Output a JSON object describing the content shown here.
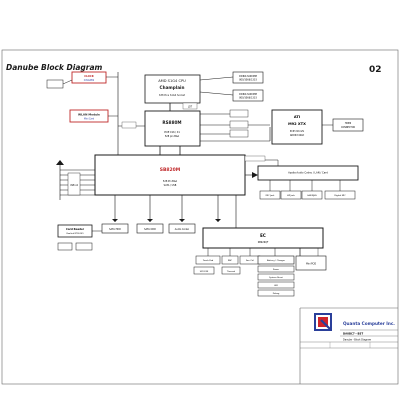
{
  "sheet": {
    "title": "Danube Block Diagram",
    "page_number": "02"
  },
  "blocks": {
    "cpu": {
      "lines": [
        "AMD S1G4 CPU",
        "Champlain",
        "638 Pins S1G4 Socket"
      ]
    },
    "cpu_side_top": {
      "lines": [
        "DDRIII-SODIMM",
        "800/1066/1333"
      ]
    },
    "cpu_side_bottom": {
      "lines": [
        "DDRIII-SODIMM",
        "800/1066/1333"
      ]
    },
    "clock": {
      "lines": [
        "CLOCK",
        "ICS9LPRS"
      ]
    },
    "wlan": {
      "lines": [
        "WLAN Module",
        "Mini Card"
      ]
    },
    "ldt": {
      "lines": [
        "LDT"
      ]
    },
    "nb": {
      "lines": [
        "RS880M",
        "PCIE X16 / X1",
        "528 pin BGA"
      ]
    },
    "gpu": {
      "lines": [
        "ATI",
        "M92 XTX",
        "PCIE X16 Gfx",
        "GDDR3 64bit"
      ]
    },
    "hdmi": {
      "lines": [
        "HDMI",
        "CONNECTOR"
      ]
    },
    "sb": {
      "lines": [
        "SB820M",
        "528 Pin BGA",
        "SATA / USB"
      ]
    },
    "card_reader": {
      "lines": [
        "Card Reader",
        "Realtek RTS5159"
      ]
    },
    "usb_conn": {
      "lines": [
        "USB x4"
      ]
    },
    "ec": {
      "lines": [
        "EC",
        "KB926QF"
      ]
    },
    "bottom_row": [
      "Touch Pad",
      "KBC",
      "SPI ROM",
      "Fan Ctrl",
      "Thermal"
    ],
    "right_stack": [
      "Battery / Charger",
      "Power",
      "System Reset",
      "LED",
      "Debug"
    ],
    "right_row": [
      "MIC Jack",
      "HP Jack",
      "LAN RJ45",
      "Digital MIC"
    ],
    "audio_codec": {
      "lines": [
        "Azalia Audio Codec / LAN / Card"
      ]
    },
    "sata_hdd": {
      "lines": [
        "SATA HDD"
      ]
    },
    "sata_odd": {
      "lines": [
        "SATA ODD"
      ]
    },
    "audio": {
      "lines": [
        "Audio Codec"
      ]
    },
    "mini_pcie": {
      "lines": [
        "Mini PCIE"
      ]
    }
  },
  "company": {
    "name": "Quanta Computer Inc.",
    "project": "DA0BC7 - BST",
    "sheet_name": "Danube - Block Diagram"
  },
  "colors": {
    "line": "#1a1a1a",
    "red": "#c0282a",
    "blue": "#2b3fa8",
    "pink": "#e07a8a",
    "logo_red": "#d0242a",
    "logo_blue": "#2a3f9a"
  }
}
